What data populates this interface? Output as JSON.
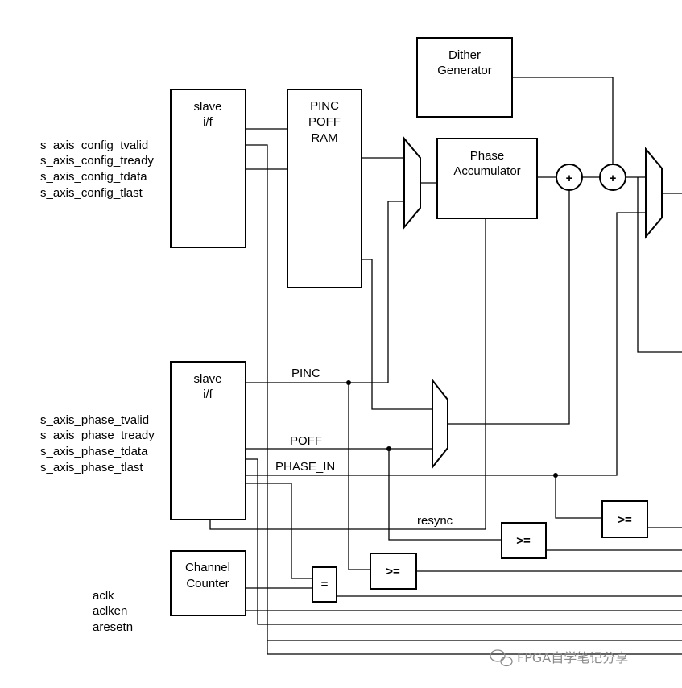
{
  "blocks": {
    "config_slave": {
      "line1": "slave",
      "line2": "i/f"
    },
    "ram": {
      "line1": "PINC",
      "line2": "POFF",
      "line3": "RAM"
    },
    "dither": {
      "line1": "Dither",
      "line2": "Generator"
    },
    "phase_acc": {
      "line1": "Phase",
      "line2": "Accumulator"
    },
    "phase_slave": {
      "line1": "slave",
      "line2": "i/f"
    },
    "channel_counter": {
      "line1": "Channel",
      "line2": "Counter"
    },
    "comparator": ">=",
    "equality": "="
  },
  "signals": {
    "config": [
      "s_axis_config_tvalid",
      "s_axis_config_tready",
      "s_axis_config_tdata",
      "s_axis_config_tlast"
    ],
    "phase": [
      "s_axis_phase_tvalid",
      "s_axis_phase_tready",
      "s_axis_phase_tdata",
      "s_axis_phase_tlast"
    ],
    "clock": [
      "aclk",
      "aclken",
      "aresetn"
    ]
  },
  "wire_labels": {
    "pinc": "PINC",
    "poff": "POFF",
    "phase_in": "PHASE_IN",
    "resync": "resync"
  },
  "adder_symbol": "+",
  "watermark": "FPGA自学笔记分享"
}
